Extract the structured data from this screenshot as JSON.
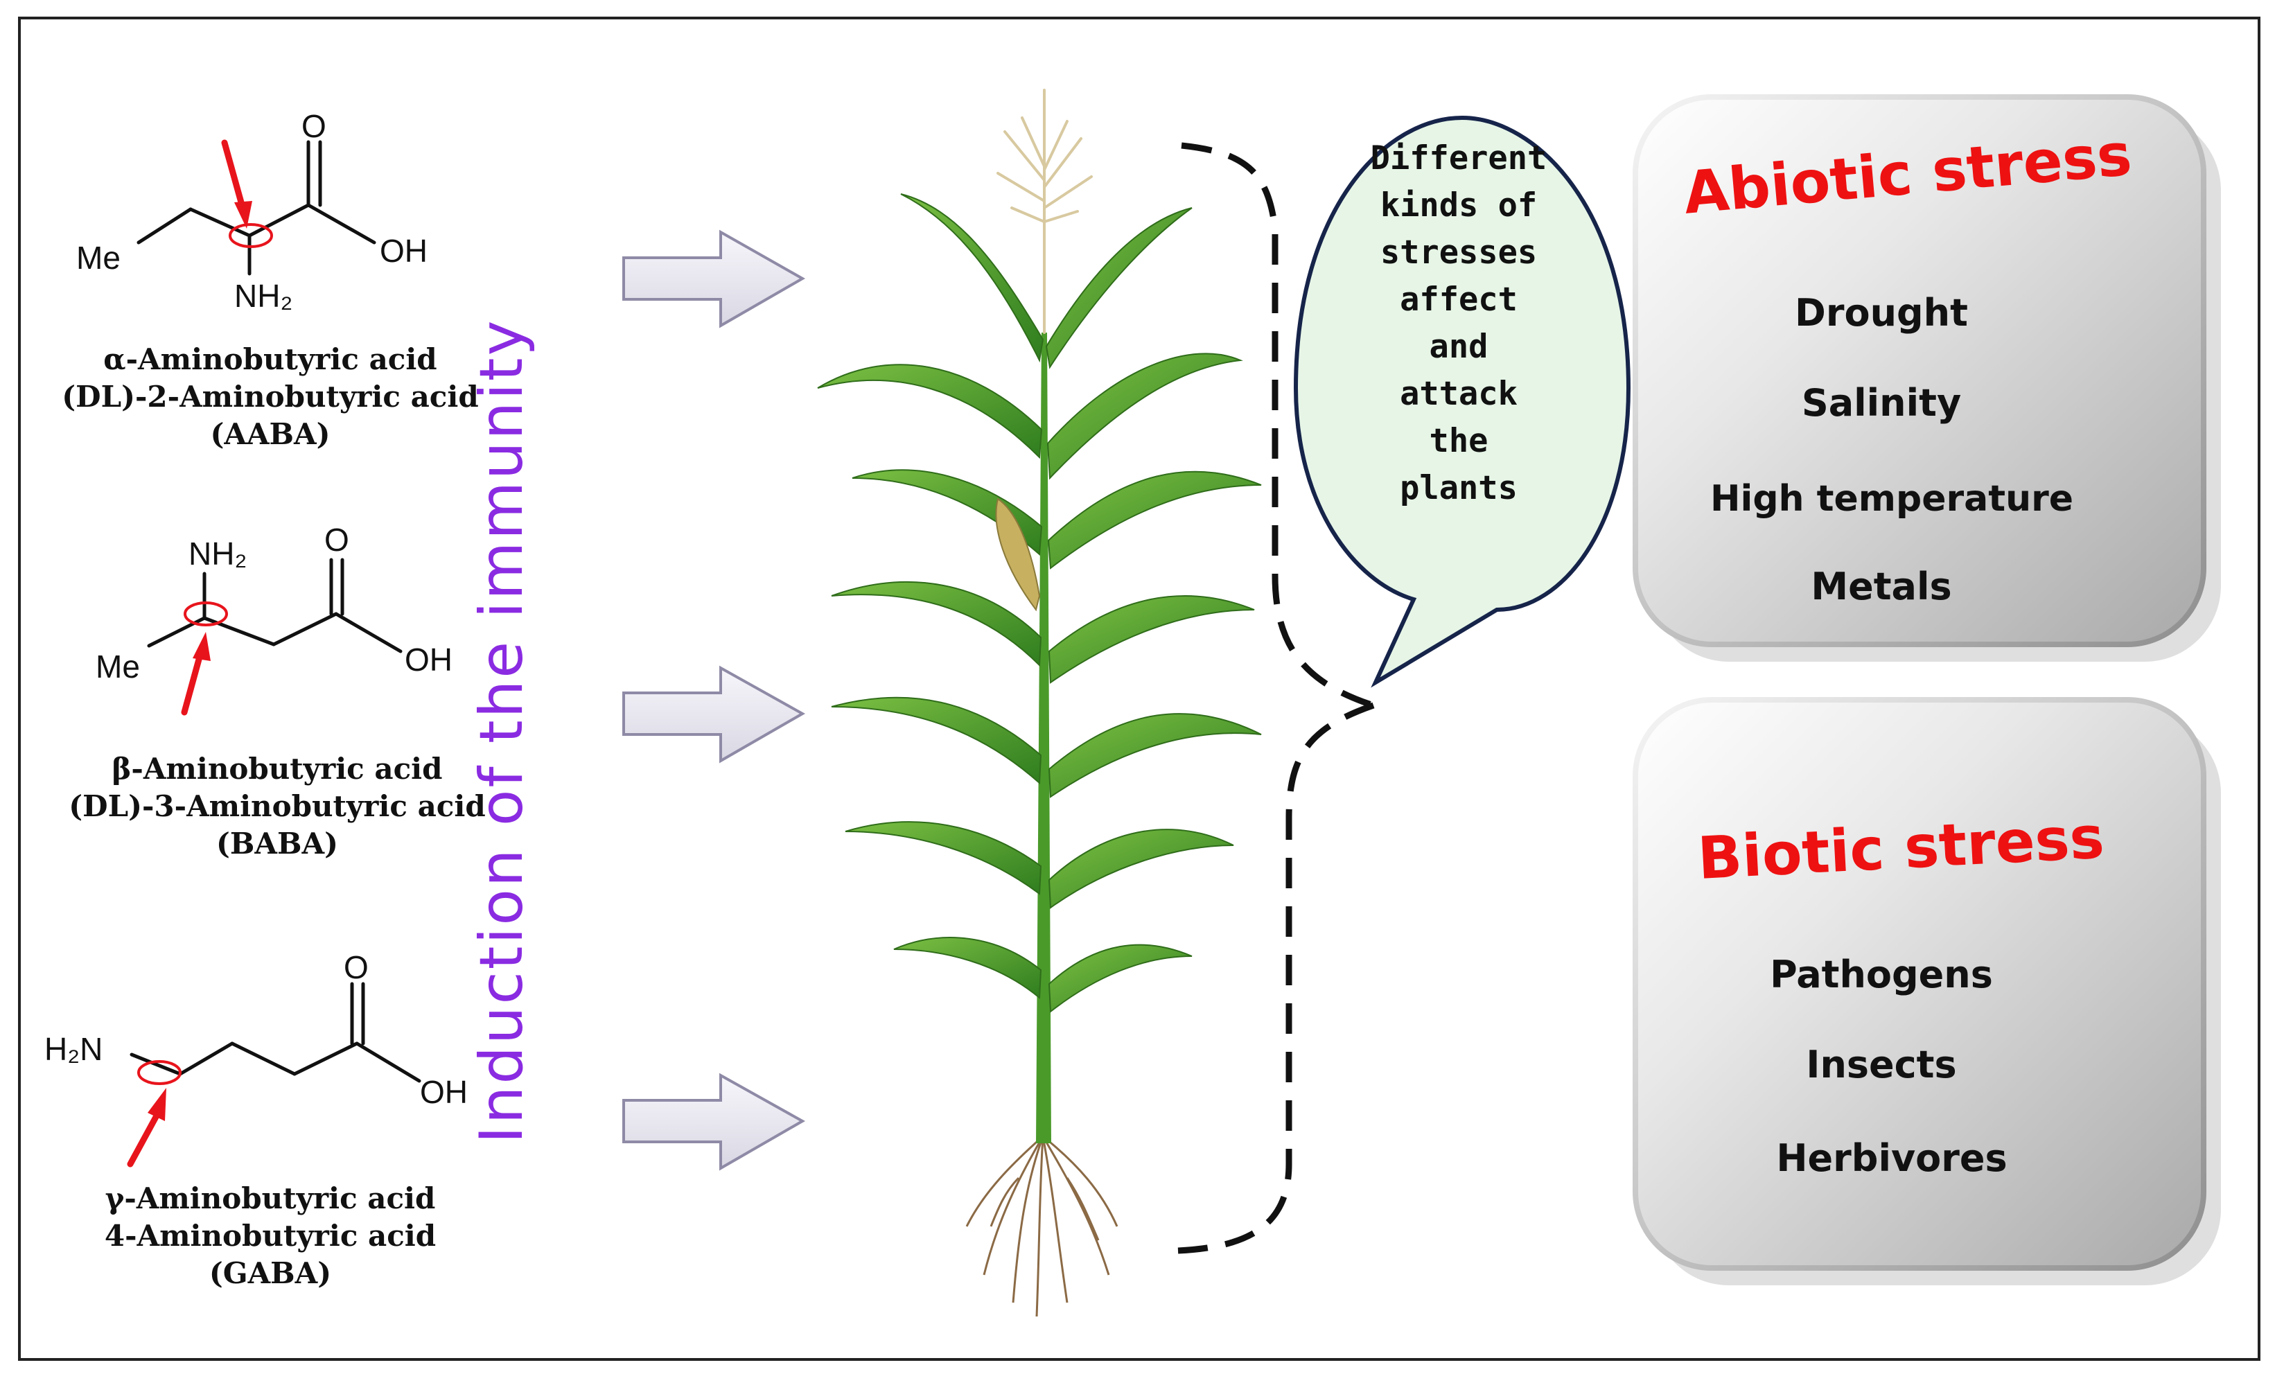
{
  "compounds": [
    {
      "id": "aaba",
      "labels": {
        "me": "Me",
        "oh": "OH",
        "o": "O",
        "amine": "NH₂"
      },
      "caption": [
        "α-Aminobutyric acid",
        "(DL)-2-Aminobutyric acid",
        "(AABA)"
      ]
    },
    {
      "id": "baba",
      "labels": {
        "me": "Me",
        "oh": "OH",
        "o": "O",
        "amine": "NH₂"
      },
      "caption": [
        "β-Aminobutyric acid",
        "(DL)-3-Aminobutyric acid",
        "(BABA)"
      ]
    },
    {
      "id": "gaba",
      "labels": {
        "oh": "OH",
        "o": "O",
        "amine": "H₂N"
      },
      "caption": [
        "γ-Aminobutyric acid",
        "4-Aminobutyric acid",
        "(GABA)"
      ]
    }
  ],
  "vertical_title": "Induction of the immunity",
  "bubble_lines": [
    "Different",
    "kinds of",
    "stresses",
    "affect",
    "and",
    "attack",
    "the",
    "plants"
  ],
  "abiotic": {
    "title": "Abiotic stress",
    "items": [
      "Drought",
      "Salinity",
      "High temperature",
      "Metals"
    ]
  },
  "biotic": {
    "title": "Biotic stress",
    "items": [
      "Pathogens",
      "Insects",
      "Herbivores"
    ]
  },
  "colors": {
    "purple_text": "#8a2be2",
    "red_title": "#ee1111",
    "red_arrow": "#e8141c",
    "arrow_fill": "#eceaf2",
    "arrow_stroke": "#8e8aa6",
    "bubble_fill": "#e6f5e6",
    "bubble_stroke": "#16244a",
    "leaf_green": "#4a9a2a"
  }
}
